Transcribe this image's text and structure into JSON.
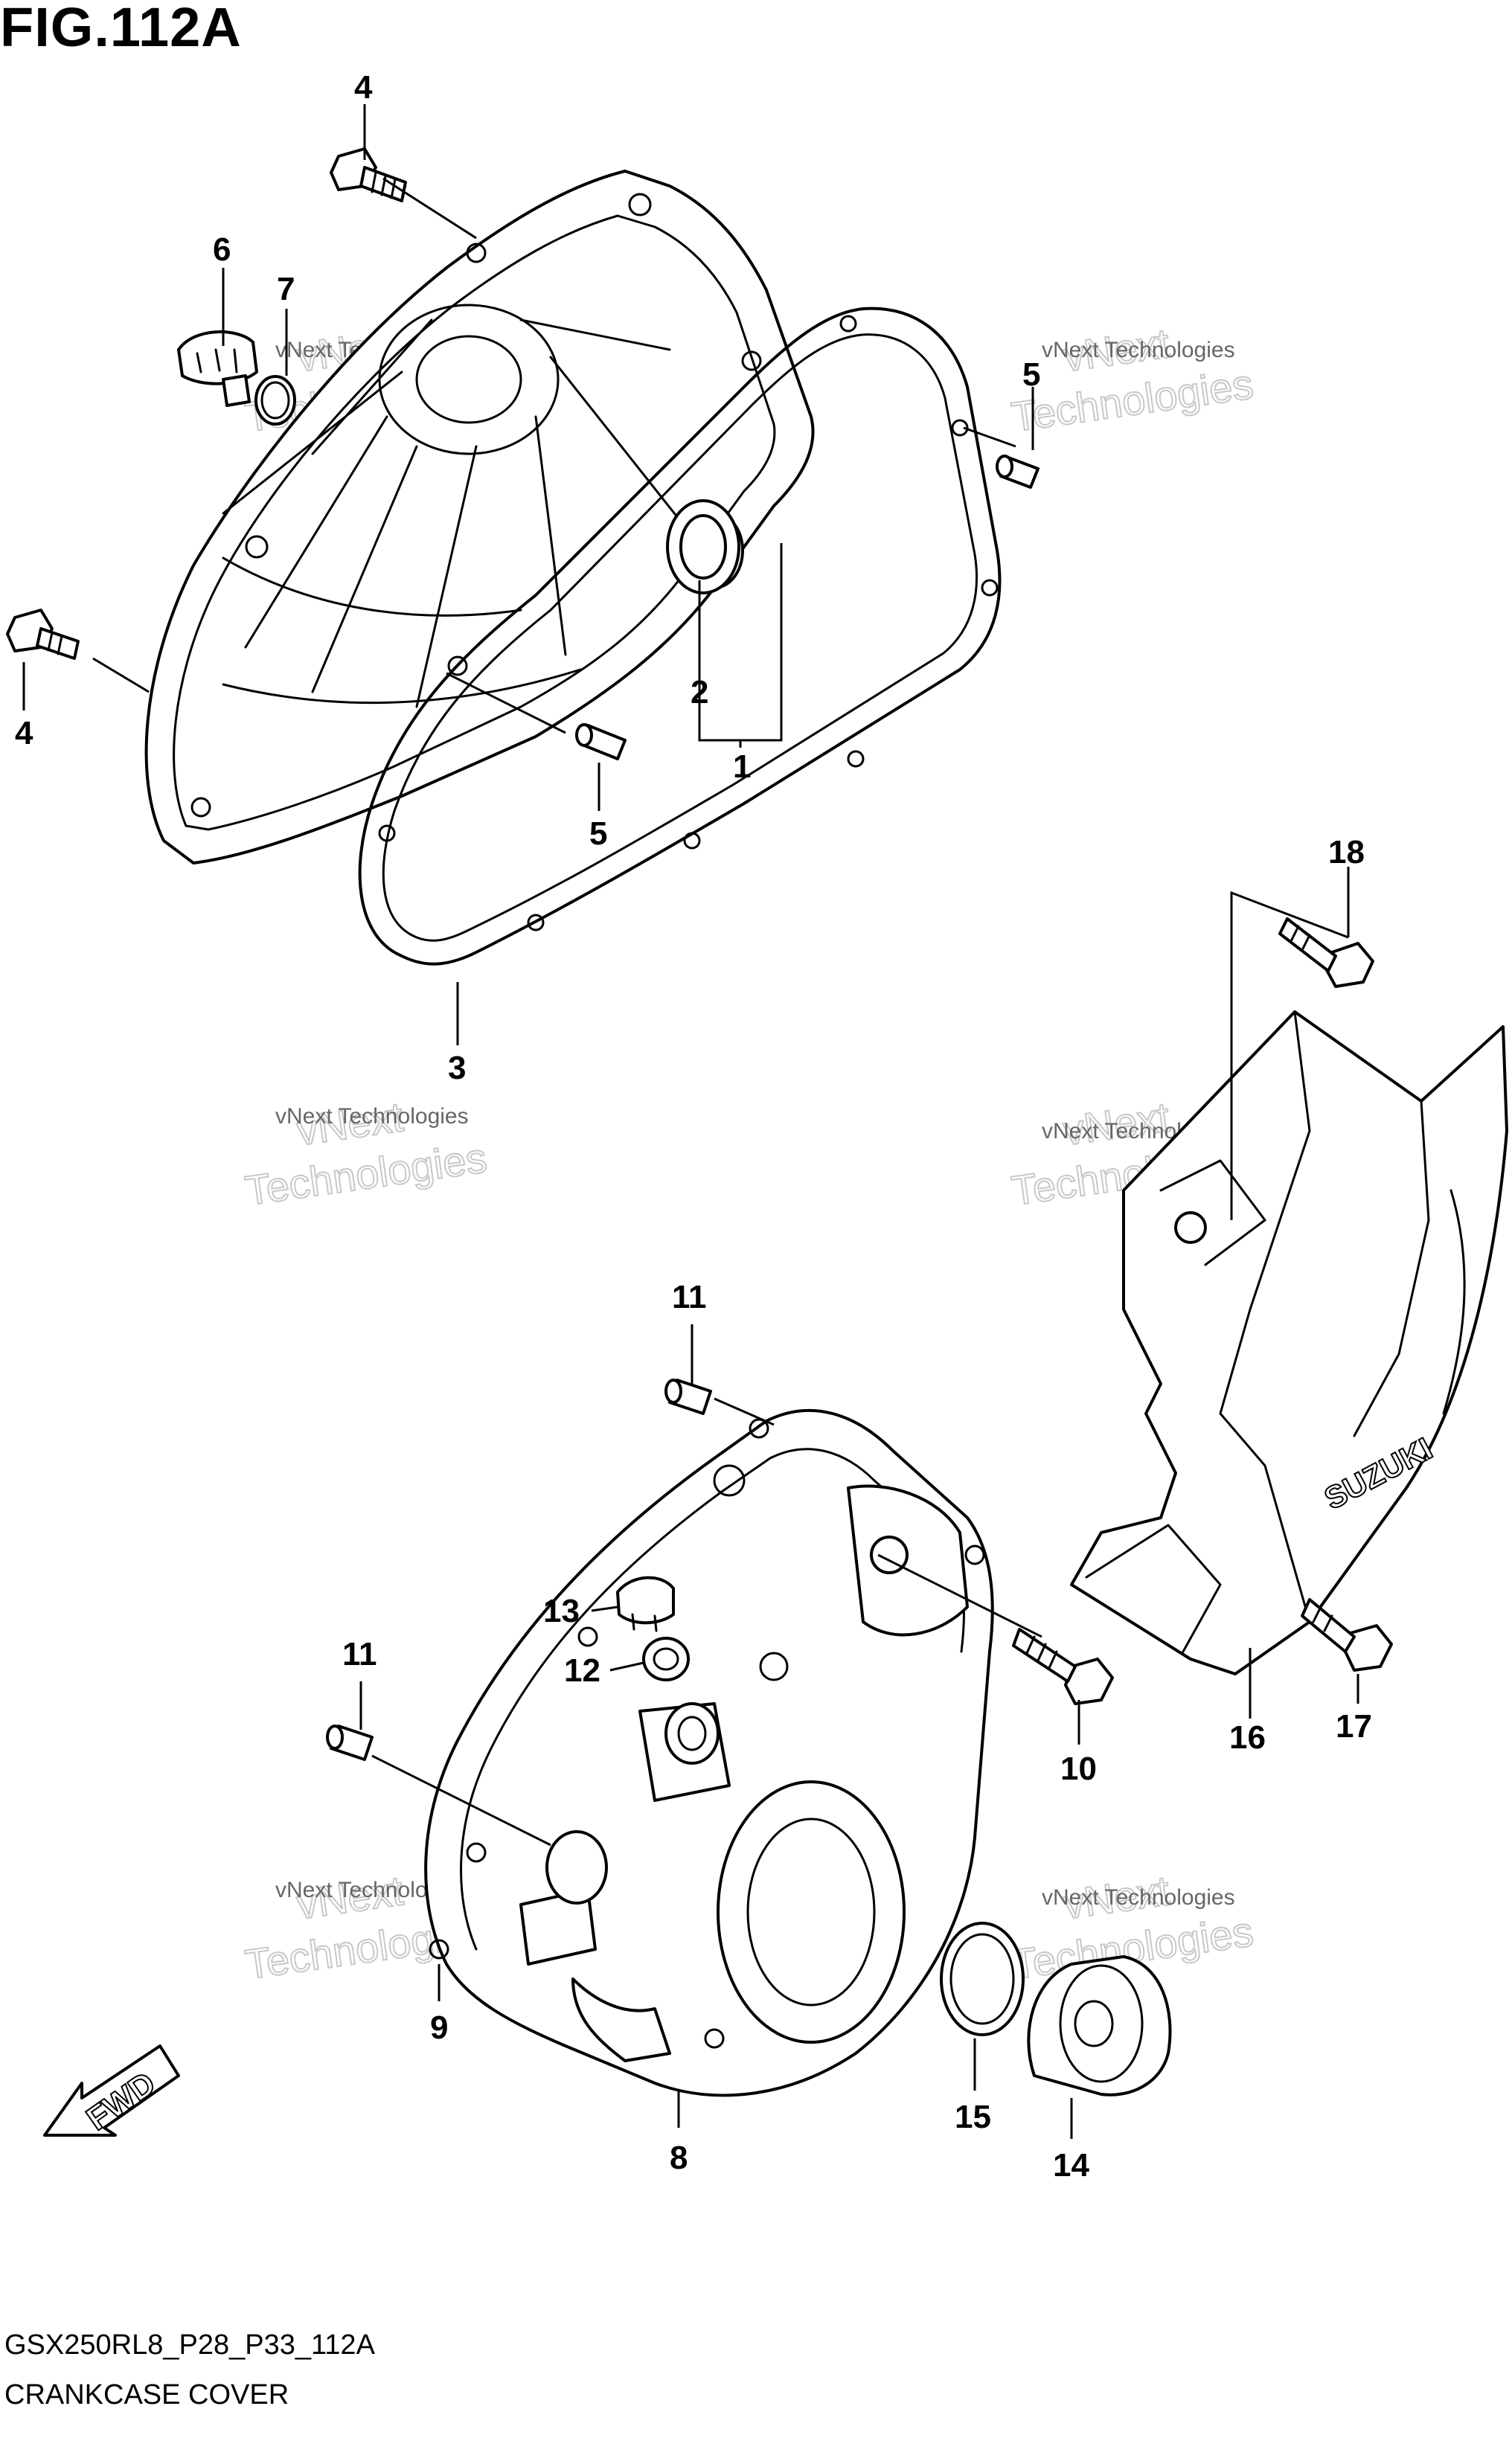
{
  "header": {
    "title": "FIG.112A"
  },
  "footer": {
    "code": "GSX250RL8_P28_P33_112A",
    "name": "CRANKCASE COVER"
  },
  "watermark": {
    "line1": "vNext Technologies",
    "line2": "vNext",
    "line3": "Technologies"
  },
  "callouts": [
    "1",
    "2",
    "3",
    "4",
    "4",
    "5",
    "5",
    "6",
    "7",
    "8",
    "9",
    "10",
    "11",
    "11",
    "12",
    "13",
    "14",
    "15",
    "16",
    "17",
    "18"
  ],
  "labels": {
    "brand": "SUZUKI",
    "direction": "FWD"
  }
}
